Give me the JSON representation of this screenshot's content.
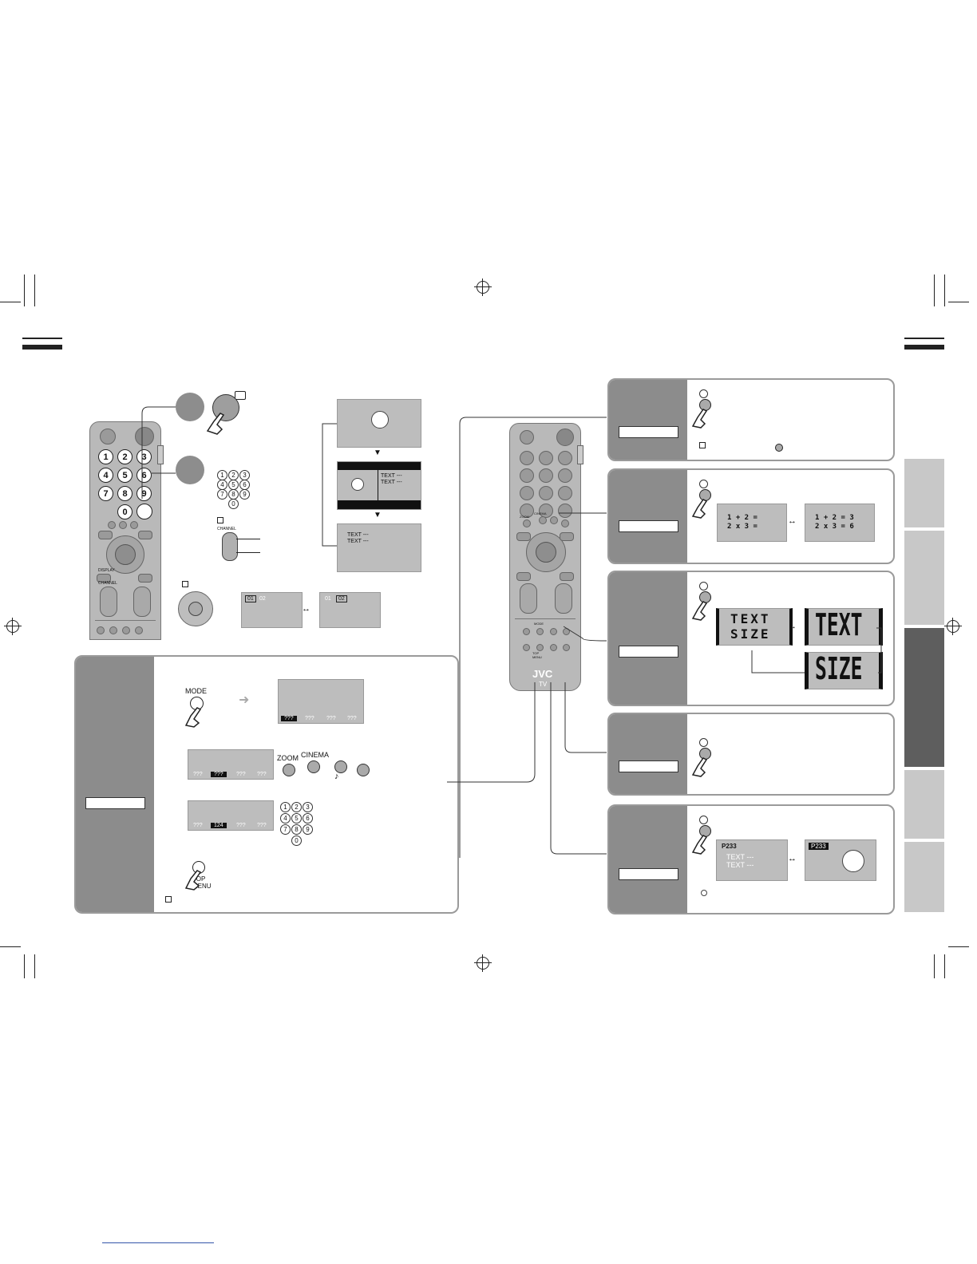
{
  "page": {
    "left_section": {
      "channel_label": "CHANNEL",
      "display_label": "DISPLAY",
      "channel_remote_label": "CHANNEL",
      "screen_text_1": "TEXT ---",
      "screen_text_2": "TEXT ---",
      "screen_small_1": "TEXT ---",
      "screen_small_2": "TEXT ---",
      "page_chip_a1": "01",
      "page_chip_a2": "02",
      "page_chip_b1": "01",
      "page_chip_b2": "02",
      "numbers": [
        "1",
        "2",
        "3",
        "4",
        "5",
        "6",
        "7",
        "8",
        "9",
        "0"
      ]
    },
    "mode_panel": {
      "mode_label": "MODE",
      "zoom_label": "ZOOM",
      "cinema_label": "CINEMA",
      "top_menu_label": "TOP MENU",
      "bar1": [
        "???",
        "???",
        "???",
        "???"
      ],
      "bar2": [
        "???",
        "???",
        "???",
        "???"
      ],
      "bar3": [
        "???",
        "124",
        "???",
        "???"
      ]
    },
    "remote_right": {
      "zoom_label": "ZOOM",
      "cinema_label": "CINEMA",
      "mode_label": "MODE",
      "top_menu_label": "TOP MENU",
      "brand": "JVC",
      "tv_label": "TV"
    },
    "math_panel": {
      "left_line1": "1 + 2 =",
      "left_line2": "2 x 3 =",
      "right_line1": "1 + 2 = 3",
      "right_line2": "2 x 3 = 6"
    },
    "size_panel": {
      "small_line1": "TEXT",
      "small_line2": "SIZE",
      "large1": "TEXT",
      "large2": "SIZE"
    },
    "cancel_panel": {
      "page_left": "P233",
      "page_right": "P233",
      "text1": "TEXT ---",
      "text2": "TEXT ---"
    }
  }
}
